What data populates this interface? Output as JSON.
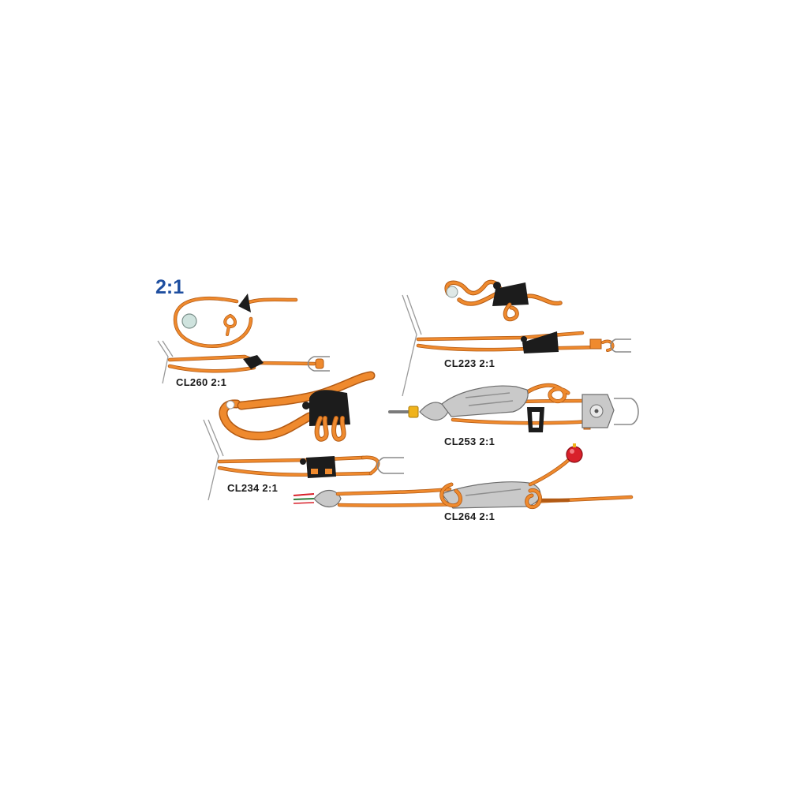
{
  "heading": "2:1",
  "labels": {
    "cl260": "CL260  2:1",
    "cl223": "CL223  2:1",
    "cl253": "CL253  2:1",
    "cl234": "CL234  2:1",
    "cl264": "CL264  2:1"
  },
  "colors": {
    "rope": "#ef8a2e",
    "rope_shadow": "#b25a14",
    "cleat": "#1c1c1c",
    "metal": "#c9c9c9",
    "heading": "#1f4fa0",
    "ball": "#d8202a"
  }
}
